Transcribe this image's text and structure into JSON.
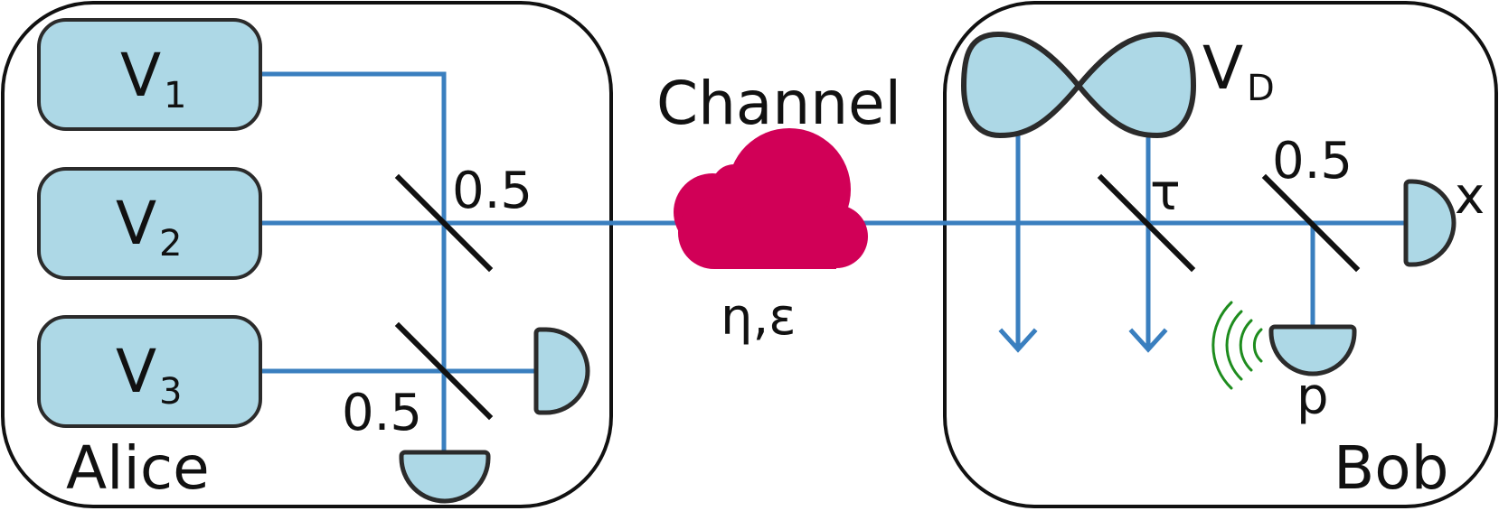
{
  "alice": {
    "label": "Alice",
    "sources": [
      {
        "name": "V",
        "sub": "1"
      },
      {
        "name": "V",
        "sub": "2"
      },
      {
        "name": "V",
        "sub": "3"
      }
    ],
    "bs_top_label": "0.5",
    "bs_bottom_label": "0.5"
  },
  "channel": {
    "label": "Channel",
    "params": "η,ε",
    "color": "#d10057"
  },
  "bob": {
    "label": "Bob",
    "source": {
      "name": "V",
      "sub": "D"
    },
    "tau_label": "τ",
    "bs_label": "0.5",
    "x_label": "x",
    "p_label": "p"
  },
  "colors": {
    "beam": "#3a7fbf",
    "component_fill": "#add8e6",
    "signal_waves": "#1e8c1e"
  },
  "icons": {
    "channel": "cloud-icon",
    "detector": "detector-icon",
    "signal": "wireless-signal-icon",
    "loss": "arrow-down-icon"
  }
}
